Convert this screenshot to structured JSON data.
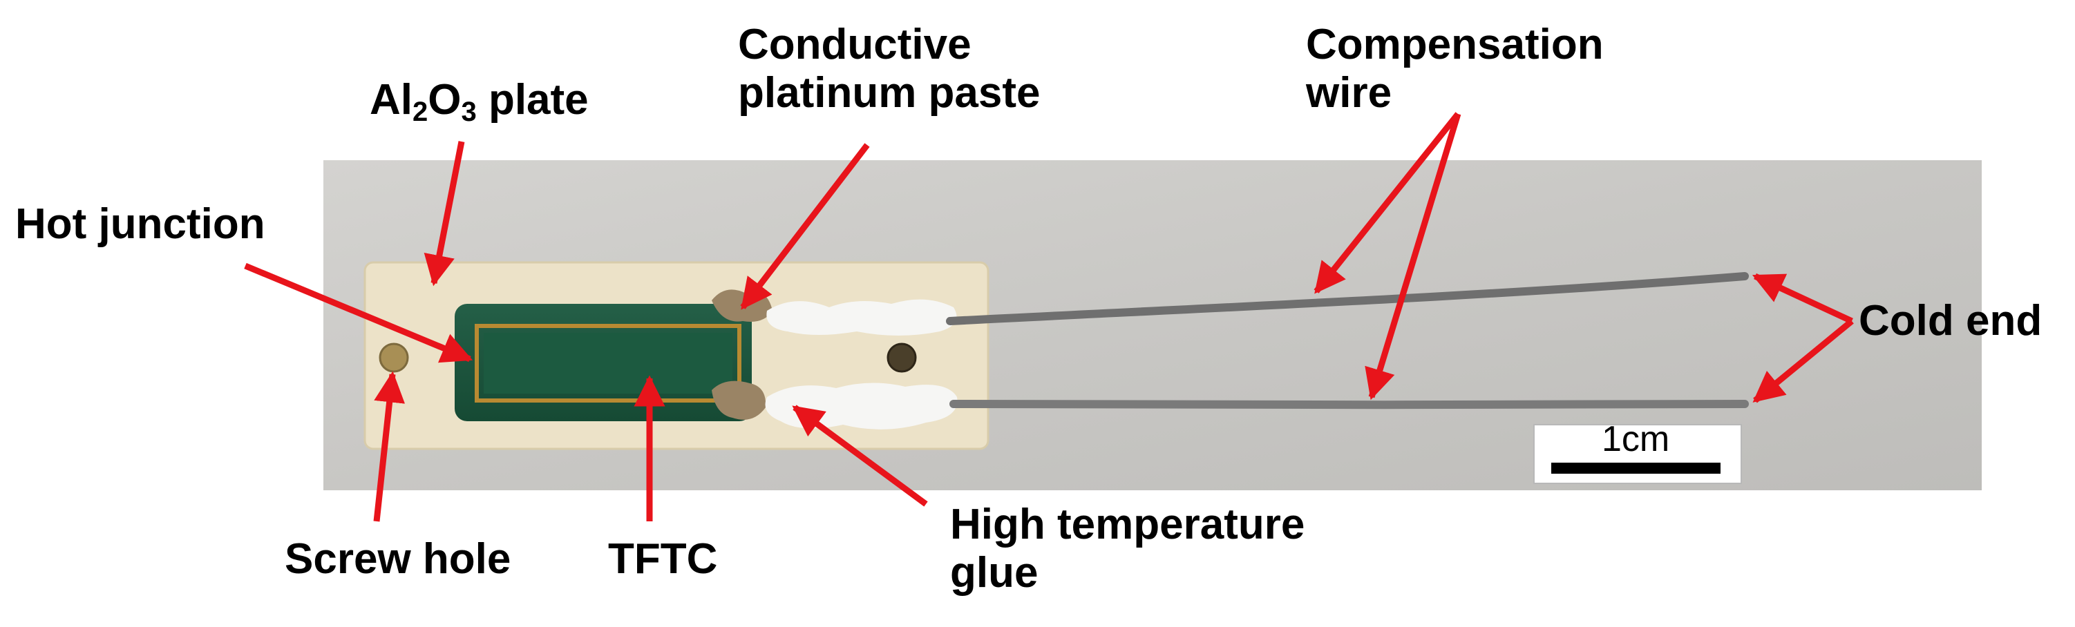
{
  "figure": {
    "labels": {
      "al2o3_prefix": "Al",
      "al2o3_sub1": "2",
      "al2o3_mid": "O",
      "al2o3_sub2": "3",
      "al2o3_suffix": " plate",
      "conductive_line1": "Conductive",
      "conductive_line2": "platinum paste",
      "compensation_line1": "Compensation",
      "compensation_line2": "wire",
      "hot_junction": "Hot junction",
      "cold_end": "Cold end",
      "screw_hole": "Screw hole",
      "tftc": "TFTC",
      "glue_line1": "High temperature",
      "glue_line2": "glue"
    },
    "scale_bar": {
      "label": "1cm"
    },
    "colors": {
      "arrow": "#e8141b",
      "background_photo": "#c9c8c5",
      "plate": "#ece2c8",
      "sensor": "#1c5a40",
      "wire": "#6f6f6f"
    }
  }
}
